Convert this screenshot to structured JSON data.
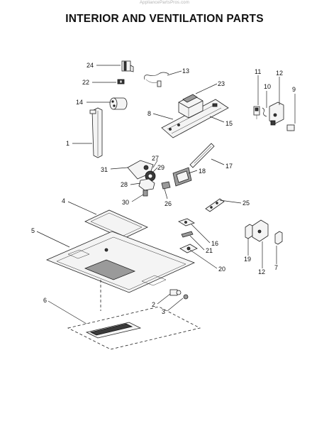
{
  "watermark": "AppliancePartsPros.com",
  "title": "INTERIOR AND VENTILATION PARTS",
  "callouts": {
    "c1": "1",
    "c2": "2",
    "c3": "3",
    "c4": "4",
    "c5": "5",
    "c6": "6",
    "c7": "7",
    "c8": "8",
    "c9": "9",
    "c10": "10",
    "c11": "11",
    "c12a": "12",
    "c12b": "12",
    "c13": "13",
    "c14": "14",
    "c15": "15",
    "c16": "16",
    "c17": "17",
    "c18": "18",
    "c19": "19",
    "c20": "20",
    "c21": "21",
    "c22": "22",
    "c23": "23",
    "c24": "24",
    "c25": "25",
    "c26": "26",
    "c27": "27",
    "c28": "28",
    "c29": "29",
    "c30": "30",
    "c31": "31"
  }
}
